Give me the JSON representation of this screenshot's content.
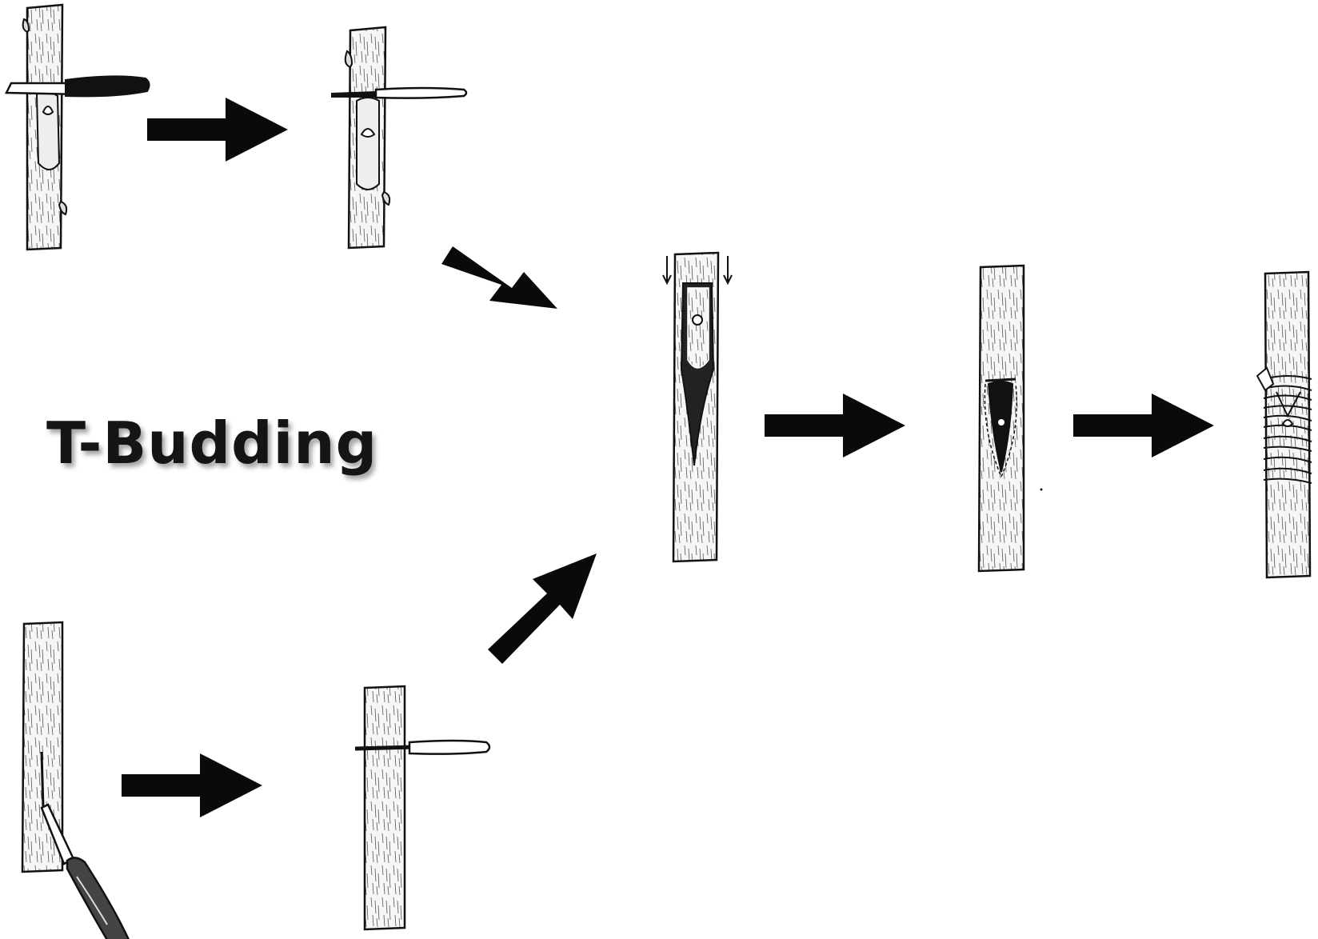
{
  "diagram": {
    "title": "T-Budding",
    "steps": [
      {
        "id": "bud-cut-top",
        "description_visible": false
      },
      {
        "id": "bud-shield-removed",
        "description_visible": false
      },
      {
        "id": "t-cut-vertical",
        "description_visible": false
      },
      {
        "id": "t-cut-horizontal",
        "description_visible": false
      },
      {
        "id": "bud-inserted",
        "description_visible": false
      },
      {
        "id": "bud-seated",
        "description_visible": false
      },
      {
        "id": "bud-wrapped",
        "description_visible": false
      }
    ],
    "colors": {
      "ink": "#111111",
      "paper": "#ffffff",
      "wood": "#f4f4f4"
    }
  }
}
